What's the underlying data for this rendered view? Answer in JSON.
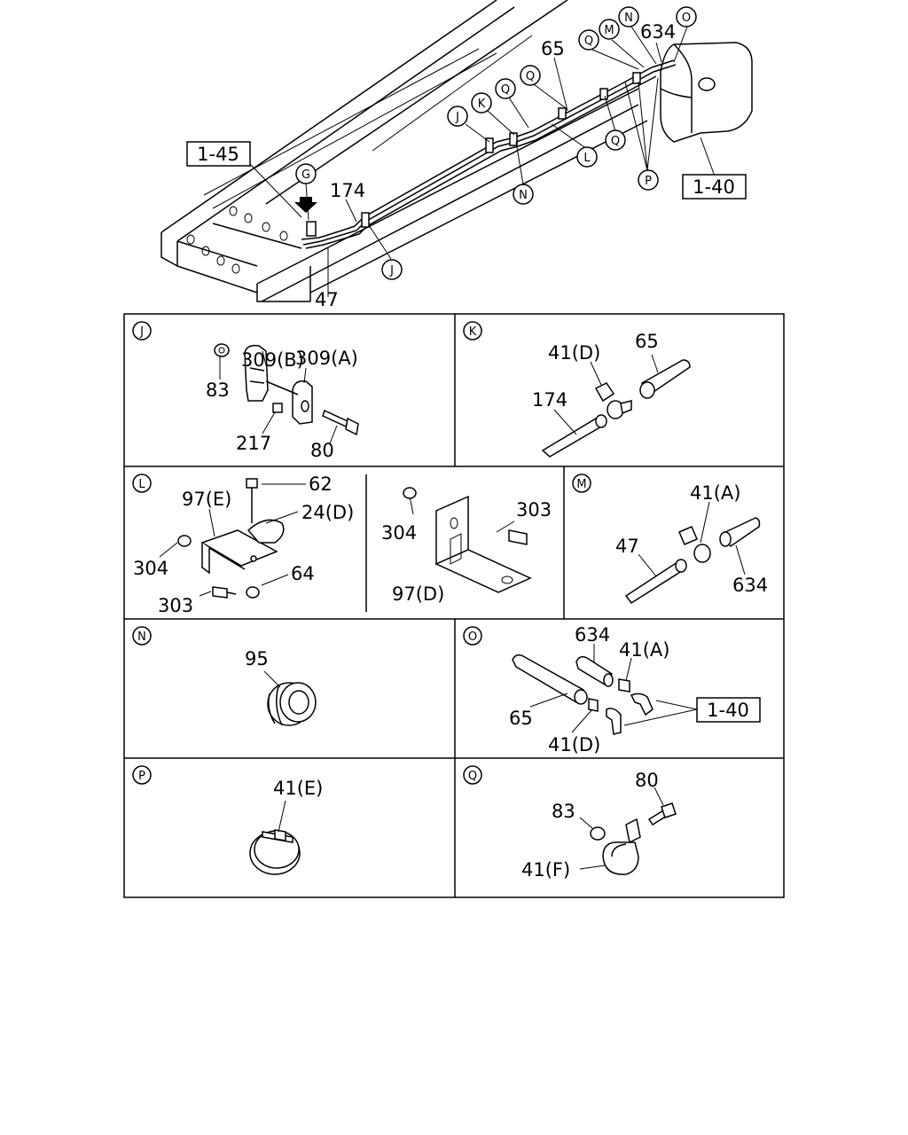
{
  "overview": {
    "callouts": {
      "g": "G",
      "j1": "J",
      "j2": "J",
      "k": "K",
      "q1": "Q",
      "q2": "Q",
      "q3": "Q",
      "q4": "Q",
      "l": "L",
      "n1": "N",
      "n2": "N",
      "m": "M",
      "o": "O",
      "p": "P"
    },
    "parts": {
      "p174": "174",
      "p47": "47",
      "p65": "65",
      "p634": "634"
    },
    "refs": {
      "r145": "1-45",
      "r140": "1-40"
    }
  },
  "panels": {
    "J": {
      "tag": "J",
      "labels": {
        "a": "309(B)",
        "b": "309(A)",
        "c": "83",
        "d": "217",
        "e": "80"
      }
    },
    "K": {
      "tag": "K",
      "labels": {
        "a": "41(D)",
        "b": "65",
        "c": "174"
      }
    },
    "L": {
      "tag": "L",
      "labels": {
        "a": "97(E)",
        "b": "62",
        "c": "24(D)",
        "d": "304",
        "e": "64",
        "f": "303",
        "g": "304",
        "h": "303",
        "i": "97(D)"
      }
    },
    "M": {
      "tag": "M",
      "labels": {
        "a": "41(A)",
        "b": "47",
        "c": "634"
      }
    },
    "N": {
      "tag": "N",
      "labels": {
        "a": "95"
      }
    },
    "O": {
      "tag": "O",
      "labels": {
        "a": "634",
        "b": "41(A)",
        "c": "65",
        "d": "41(D)",
        "ref": "1-40"
      }
    },
    "P": {
      "tag": "P",
      "labels": {
        "a": "41(E)"
      }
    },
    "Q": {
      "tag": "Q",
      "labels": {
        "a": "80",
        "b": "83",
        "c": "41(F)"
      }
    }
  }
}
